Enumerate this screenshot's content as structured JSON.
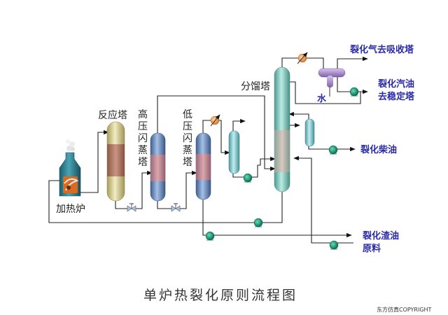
{
  "title": "单炉热裂化原则流程图",
  "copyright": "东方仿真COPYRIGHT",
  "equipment": {
    "furnace": "加热炉",
    "reactor": "反应塔",
    "hp_flash": [
      "高",
      "压",
      "闪",
      "蒸",
      "塔"
    ],
    "lp_flash": [
      "低",
      "压",
      "闪",
      "蒸",
      "塔"
    ],
    "fractionator": "分馏塔",
    "water": "水"
  },
  "streams": {
    "cracked_gas": "裂化气去吸收塔",
    "cracked_gasoline_1": "裂化汽油",
    "cracked_gasoline_2": "去稳定塔",
    "cracked_diesel": "裂化柴油",
    "cracked_residue": "裂化渣油",
    "feed": "原料"
  },
  "colors": {
    "furnace": "#2e7f8f",
    "reactor": "#d8d2a0",
    "flash": "#6d8fc0",
    "fractionator": "#8fcfc4",
    "receiver": "#8fcfd4",
    "separator": "#b79ad8",
    "packing": "#b07c6a",
    "pump": "#1e9a74",
    "label_blue": "#2a2aa8"
  }
}
